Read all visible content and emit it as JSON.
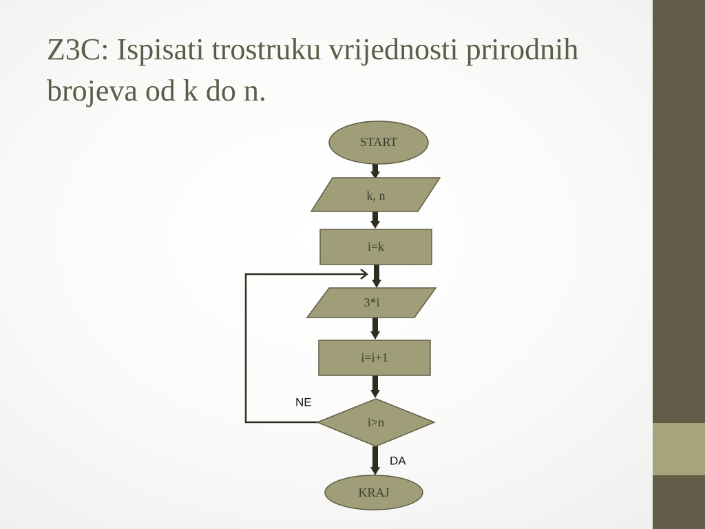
{
  "slide": {
    "title_lines": [
      "Z3C: Ispisati trostruku vrijednosti prirodnih",
      "brojeva od k do n."
    ]
  },
  "flowchart": {
    "start": "START",
    "input": "k, n",
    "init": "i=k",
    "output": "3*i",
    "increment": "i=i+1",
    "condition": "i>n",
    "end": "KRAJ",
    "branch_no": "NE",
    "branch_yes": "DA"
  },
  "colors": {
    "accent_dark": "#625c48",
    "accent_light": "#a8a37c",
    "shape_fill": "#a09e78",
    "title": "#5e5c48"
  }
}
